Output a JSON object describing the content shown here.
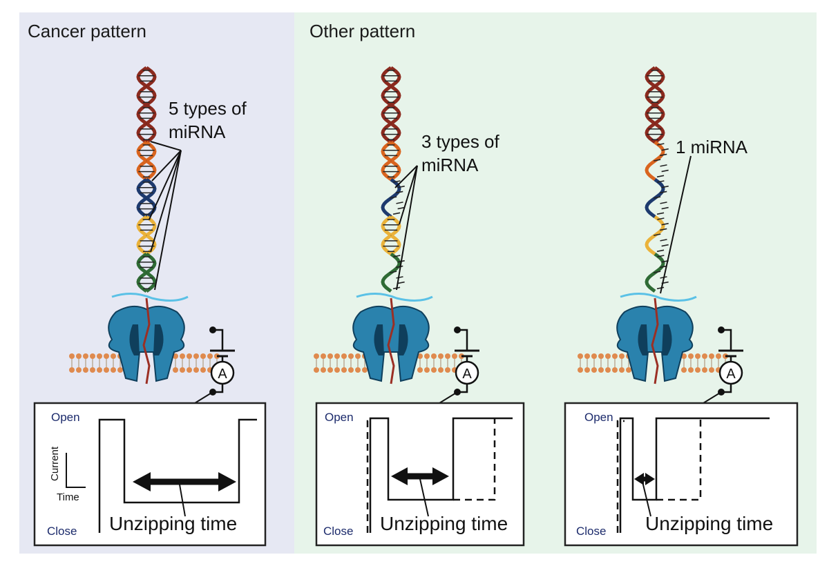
{
  "colors": {
    "cancer_bg": "#e6e8f3",
    "other_bg": "#e7f4ea",
    "strand_red": "#8b2a1e",
    "strand_orange": "#d9641e",
    "strand_navy": "#1d3a6e",
    "strand_yellow": "#eab23a",
    "strand_green": "#2f6b35",
    "pore_blue": "#2a82ad",
    "pore_dark": "#0f3f5c",
    "pore_light": "#5bc1e6",
    "lipid_orange": "#df8a4e",
    "axis_navy": "#1b2a6b"
  },
  "icons": {
    "ammeter": "ammeter-icon",
    "arrow": "double-arrow-icon"
  },
  "panels": [
    {
      "title": "Cancer pattern",
      "label_lines": [
        "5 types of",
        "miRNA"
      ],
      "label_count": 5,
      "open_label": "Open",
      "close_label": "Close",
      "current_label": "Current",
      "time_label": "Time",
      "unzip_label": "Unzipping time"
    },
    {
      "title": "Other pattern",
      "label_lines": [
        "3 types of",
        "miRNA"
      ],
      "label_count": 3,
      "open_label": "Open",
      "close_label": "Close",
      "unzip_label": "Unzipping time"
    },
    {
      "label_lines": [
        "1 miRNA"
      ],
      "label_count": 1,
      "open_label": "Open",
      "close_label": "Close",
      "unzip_label": "Unzipping time"
    }
  ]
}
